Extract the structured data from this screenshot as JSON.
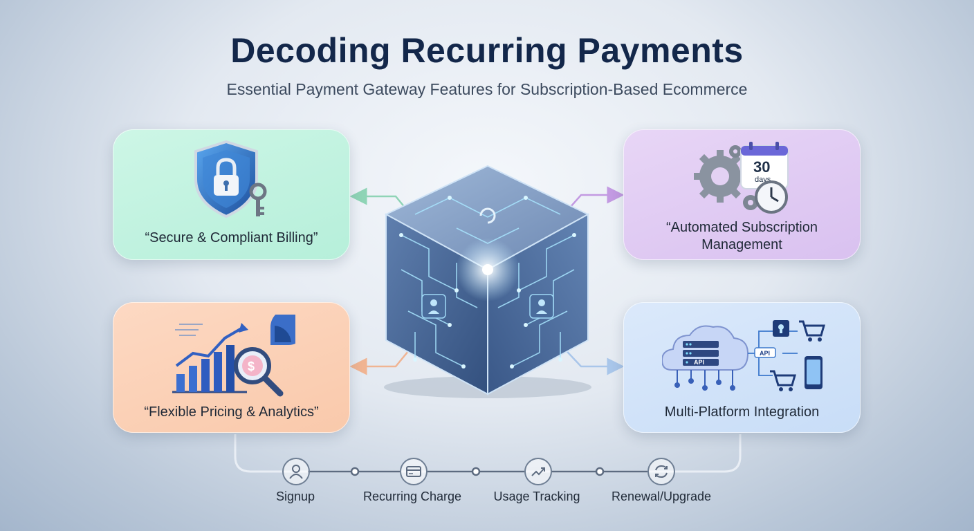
{
  "header": {
    "title": "Decoding Recurring Payments",
    "subtitle": "Essential Payment Gateway Features for Subscription-Based Ecommerce"
  },
  "cards": {
    "secure": {
      "label": "“Secure & Compliant Billing”",
      "icon": "shield-lock-key-icon",
      "color": "#c4f3e1"
    },
    "automated": {
      "label_line1": "“Automated Subscription",
      "label_line2": "Management",
      "icon": "gears-calendar-clock-icon",
      "calendar_number": "30",
      "calendar_unit": "days",
      "color": "#e0cbf3"
    },
    "flexible": {
      "label": "“Flexible Pricing & Analytics”",
      "icon": "chart-magnifier-icon",
      "color": "#fbd1b8"
    },
    "multi": {
      "label": "Multi-Platform Integration",
      "icon": "cloud-api-devices-icon",
      "api_label": "API",
      "color": "#d2e4f9"
    }
  },
  "center": {
    "icon": "circuit-cube-icon"
  },
  "timeline": {
    "steps": [
      {
        "label": "Signup",
        "icon": "user-icon"
      },
      {
        "label": "Recurring Charge",
        "icon": "credit-card-icon"
      },
      {
        "label": "Usage Tracking",
        "icon": "trend-line-icon"
      },
      {
        "label": "Renewal/Upgrade",
        "icon": "refresh-icon"
      }
    ]
  }
}
